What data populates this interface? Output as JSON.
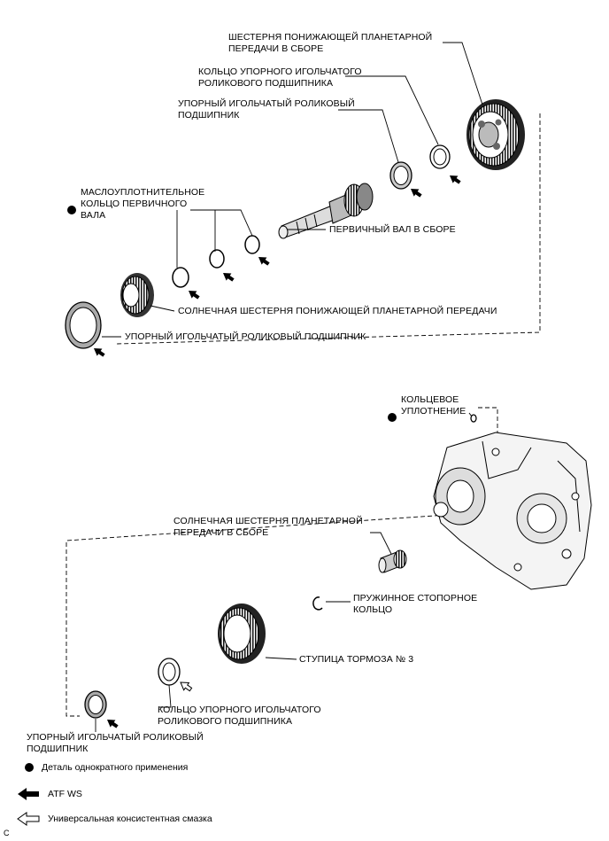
{
  "labels": {
    "gear_assembly": "ШЕСТЕРНЯ ПОНИЖАЮЩЕЙ ПЛАНЕТАРНОЙ\nПЕРЕДАЧИ В СБОРЕ",
    "ring_bearing_top": "КОЛЬЦО УПОРНОГО ИГОЛЬЧАТОГО\nРОЛИКОВОГО ПОДШИПНИКА",
    "thrust_bearing_top": "УПОРНЫЙ ИГОЛЬЧАТЫЙ РОЛИКОВЫЙ\nПОДШИПНИК",
    "oil_seal_ring": "МАСЛОУПЛОТНИТЕЛЬНОЕ\nКОЛЬЦО ПЕРВИЧНОГО\nВАЛА",
    "input_shaft": "ПЕРВИЧНЫЙ ВАЛ В СБОРЕ",
    "sun_gear_reduction": "СОЛНЕЧНАЯ ШЕСТЕРНЯ ПОНИЖАЮЩЕЙ ПЛАНЕТАРНОЙ ПЕРЕДАЧИ",
    "thrust_bearing_mid": "УПОРНЫЙ ИГОЛЬЧАТЫЙ РОЛИКОВЫЙ ПОДШИПНИК",
    "o_ring": "КОЛЬЦЕВОЕ\nУПЛОТНЕНИЕ",
    "sun_gear_planetary": "СОЛНЕЧНАЯ ШЕСТЕРНЯ ПЛАНЕТАРНОЙ\nПЕРЕДАЧИ В СБОРЕ",
    "snap_ring": "ПРУЖИННОЕ СТОПОРНОЕ\nКОЛЬЦО",
    "brake_hub": "СТУПИЦА ТОРМОЗА № 3",
    "ring_bearing_bottom": "КОЛЬЦО УПОРНОГО ИГОЛЬЧАТОГО\nРОЛИКОВОГО ПОДШИПНИКА",
    "thrust_bearing_bottom": "УПОРНЫЙ ИГОЛЬЧАТЫЙ РОЛИКОВЫЙ\nПОДШИПНИК"
  },
  "legend": {
    "single_use": "Деталь однократного применения",
    "atf": "ATF WS",
    "grease": "Универсальная консистентная смазка"
  },
  "corner_mark": "C"
}
